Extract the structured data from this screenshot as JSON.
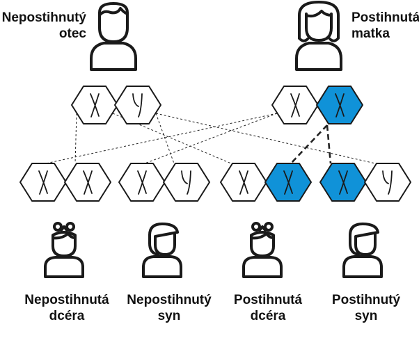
{
  "colors": {
    "affected": "#1092d8",
    "outline": "#1a1a1a",
    "background": "#ffffff"
  },
  "parents": [
    {
      "id": "father",
      "label_line1": "Nepostihnutý",
      "label_line2": "otec",
      "icon": "male-person-icon",
      "chromosomes": [
        {
          "letter": "X",
          "affected": false
        },
        {
          "letter": "Y",
          "affected": false
        }
      ]
    },
    {
      "id": "mother",
      "label_line1": "Postihnutá",
      "label_line2": "matka",
      "icon": "female-person-icon",
      "chromosomes": [
        {
          "letter": "X",
          "affected": false
        },
        {
          "letter": "X",
          "affected": true
        }
      ]
    }
  ],
  "children": [
    {
      "id": "unaffected-daughter",
      "label_line1": "Nepostihnutá",
      "label_line2": "dcéra",
      "icon": "girl-icon",
      "chromosomes": [
        {
          "letter": "X",
          "affected": false
        },
        {
          "letter": "X",
          "affected": false
        }
      ]
    },
    {
      "id": "unaffected-son",
      "label_line1": "Nepostihnutý",
      "label_line2": "syn",
      "icon": "boy-icon",
      "chromosomes": [
        {
          "letter": "X",
          "affected": false
        },
        {
          "letter": "Y",
          "affected": false
        }
      ]
    },
    {
      "id": "affected-daughter",
      "label_line1": "Postihnutá",
      "label_line2": "dcéra",
      "icon": "girl-icon",
      "chromosomes": [
        {
          "letter": "X",
          "affected": false
        },
        {
          "letter": "X",
          "affected": true
        }
      ]
    },
    {
      "id": "affected-son",
      "label_line1": "Postihnutý",
      "label_line2": "syn",
      "icon": "boy-icon",
      "chromosomes": [
        {
          "letter": "X",
          "affected": true
        },
        {
          "letter": "Y",
          "affected": false
        }
      ]
    }
  ],
  "inheritance_lines": [
    {
      "from": "father.0",
      "to": "children.0.1",
      "style": "dotted"
    },
    {
      "from": "father.0",
      "to": "children.2.0",
      "style": "dotted"
    },
    {
      "from": "father.1",
      "to": "children.1.1",
      "style": "dotted"
    },
    {
      "from": "father.1",
      "to": "children.3.1",
      "style": "dotted"
    },
    {
      "from": "mother.0",
      "to": "children.0.0",
      "style": "dotted"
    },
    {
      "from": "mother.0",
      "to": "children.1.0",
      "style": "dotted"
    },
    {
      "from": "mother.1",
      "to": "children.2.1",
      "style": "dashed"
    },
    {
      "from": "mother.1",
      "to": "children.3.0",
      "style": "dashed"
    }
  ]
}
